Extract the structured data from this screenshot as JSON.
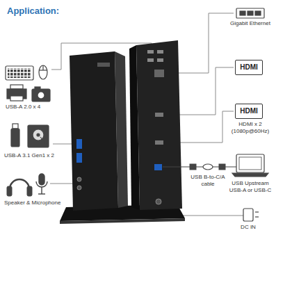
{
  "diagram": {
    "title": "Application:",
    "nodes": [
      {
        "text": [
          "HDMI"
        ]
      },
      {
        "text": [
          "HDMI"
        ]
      }
    ],
    "labels": [
      "USB-A 2.0 x 4",
      "USB-A 3.1 Gen1 x 2",
      "Speaker & Microphone",
      "Gigabit Ethernet",
      "HDMI x 2 (1080p@60Hz)",
      "USB B-to-C/A cable",
      "USB Upstream USB-A or USB-C",
      "DC IN"
    ]
  }
}
